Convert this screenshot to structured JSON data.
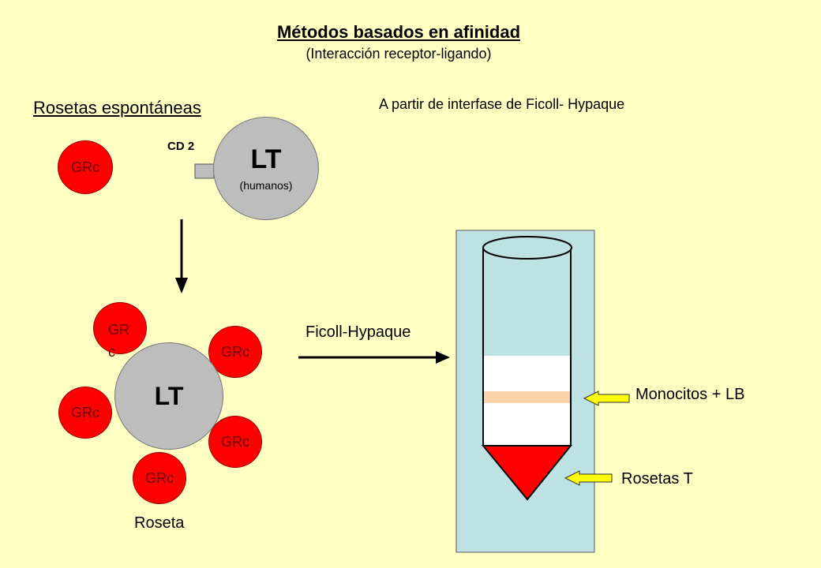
{
  "header": {
    "title": "Métodos basados en afinidad",
    "subtitle": "(Interacción receptor-ligando)"
  },
  "left_panel": {
    "heading": "Rosetas espontáneas",
    "single_grc": "GRc",
    "receptor_label": "CD 2",
    "lt_label": "LT",
    "lt_sublabel": "(humanos)",
    "rosette": {
      "center": "LT",
      "grc_top": "GR\nc",
      "grc_labels": [
        "GRc",
        "GRc",
        "GRc",
        "GRc"
      ],
      "caption": "Roseta"
    }
  },
  "right_panel": {
    "heading": "A partir de interfase de Ficoll- Hypaque",
    "arrow_label": "Ficoll-Hypaque",
    "band_label_upper": "Monocitos + LB",
    "band_label_lower": "Rosetas T"
  },
  "colors": {
    "background": "#FFFFC4",
    "cell_red": "#FF0000",
    "lymphocyte_gray": "#BDBDBD",
    "tube_background": "#BEE2E4",
    "band": "#FBD3A8",
    "pointer_arrow": "#FFFF00"
  }
}
